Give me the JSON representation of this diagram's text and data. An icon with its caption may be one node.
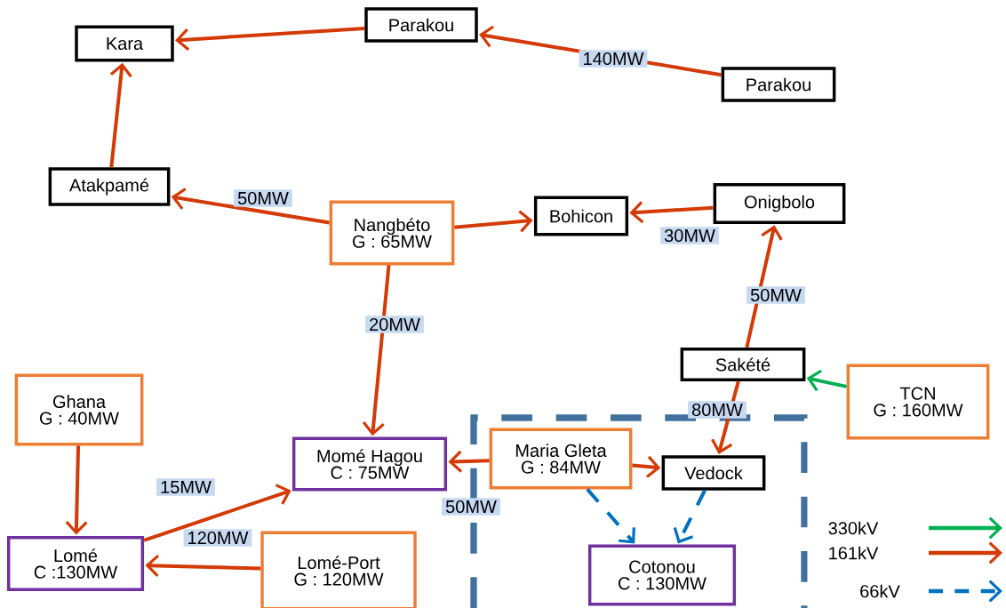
{
  "diagram": {
    "nodes": [
      {
        "text": [
          "Kara"
        ]
      },
      {
        "text": [
          "Parakou"
        ]
      },
      {
        "text": [
          "Parakou"
        ]
      },
      {
        "text": [
          "Atakpamé"
        ]
      },
      {
        "text": [
          "Nangbéto",
          "G : 65MW"
        ]
      },
      {
        "text": [
          "Bohicon"
        ]
      },
      {
        "text": [
          "Onigbolo"
        ]
      },
      {
        "text": [
          "Ghana",
          "G : 40MW"
        ]
      },
      {
        "text": [
          "Sakété"
        ]
      },
      {
        "text": [
          "TCN",
          "G : 160MW"
        ]
      },
      {
        "text": [
          "Momé Hagou",
          "C : 75MW"
        ]
      },
      {
        "text": [
          "Maria Gleta",
          "G : 84MW"
        ]
      },
      {
        "text": [
          "Vedock"
        ]
      },
      {
        "text": [
          "Lomé",
          "C :130MW"
        ]
      },
      {
        "text": [
          "Lomé-Port",
          "G : 120MW"
        ]
      },
      {
        "text": [
          "Cotonou",
          "C : 130MW"
        ]
      }
    ],
    "edges": [
      {
        "from": 1,
        "to": 0,
        "arrow": "to"
      },
      {
        "from": 2,
        "to": 1,
        "arrow": "to",
        "label": "140MW"
      },
      {
        "from": 3,
        "to": 0,
        "arrow": "to"
      },
      {
        "from": 4,
        "to": 3,
        "arrow": "to",
        "label": "50MW"
      },
      {
        "from": 4,
        "to": 5,
        "arrow": "to"
      },
      {
        "from": 6,
        "to": 5,
        "arrow": "to",
        "label": "30MW"
      },
      {
        "from": 4,
        "to": 10,
        "arrow": "to",
        "label": "20MW"
      },
      {
        "from": 8,
        "to": 6,
        "arrow": "to",
        "label": "50MW"
      },
      {
        "from": 9,
        "to": 8,
        "arrow": "to",
        "color": "#00b050"
      },
      {
        "from": 8,
        "to": 12,
        "arrow": "to",
        "label": "80MW"
      },
      {
        "from": 11,
        "to": 10,
        "arrow": "to",
        "label": "50MW"
      },
      {
        "from": 11,
        "to": 12,
        "arrow": "to"
      },
      {
        "from": 12,
        "to": 15,
        "arrow": "to",
        "style": "dashed",
        "color": "#0070c0"
      },
      {
        "from": 11,
        "to": 15,
        "arrow": "to",
        "style": "dashed",
        "color": "#0070c0"
      },
      {
        "from": 7,
        "to": 13,
        "arrow": "to"
      },
      {
        "from": 13,
        "to": 10,
        "arrow": "to",
        "label": "15MW"
      },
      {
        "from": 14,
        "to": 13,
        "arrow": "to",
        "label": "120MW"
      }
    ],
    "legend": [
      {
        "text": "330kV"
      },
      {
        "text": "161kV"
      },
      {
        "text": "66kV"
      }
    ]
  }
}
